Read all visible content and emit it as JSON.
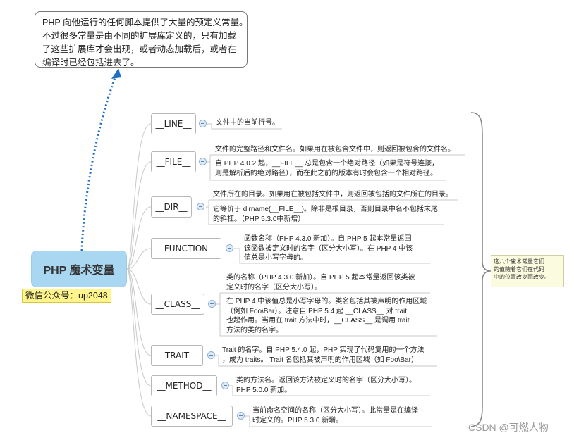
{
  "callout": {
    "lines": [
      "PHP 向他运行的任何脚本提供了大量的预定义常量。",
      "不过很多常量是由不同的扩展库定义的，只有加载",
      "了这些扩展库才会出现，或者动态加载后，或者在",
      "编译时已经包括进去了。"
    ]
  },
  "root": {
    "title": "PHP 魔术变量",
    "wechat": "微信公众号：up2048"
  },
  "constants": [
    {
      "name": "__LINE__",
      "desc": [
        [
          "文件中的当前行号。"
        ]
      ]
    },
    {
      "name": "__FILE__",
      "desc": [
        [
          "文件的完整路径和文件名。如果用在被包含文件中，则返回被包含的文件名。"
        ],
        [
          "自 PHP 4.0.2 起，__FILE__ 总是包含一个绝对路径（如果是符号连接，",
          "则是解析后的绝对路径），而在此之前的版本有时会包含一个相对路径。"
        ]
      ]
    },
    {
      "name": "__DIR__",
      "desc": [
        [
          "文件所在的目录。如果用在被包括文件中，则返回被包括的文件所在的目录。"
        ],
        [
          "它等价于 dirname(__FILE__)。除非是根目录，否则目录中名不包括末尾",
          "的斜杠。（PHP 5.3.0中新增）"
        ]
      ]
    },
    {
      "name": "__FUNCTION__",
      "desc": [
        [
          "函数名称（PHP 4.3.0 新加）。自 PHP 5 起本常量返回",
          "该函数被定义时的名字（区分大小写）。在 PHP 4 中该",
          "值总是小写字母的。"
        ]
      ]
    },
    {
      "name": "__CLASS__",
      "desc": [
        [
          "类的名称（PHP 4.3.0 新加）。自 PHP 5 起本常量返回该类被",
          "定义时的名字（区分大小写）。"
        ],
        [
          "在 PHP 4 中该值总是小写字母的。类名包括其被声明的作用区域",
          "（例如 Foo\\Bar）。注意自 PHP 5.4 起 __CLASS__ 对 trait",
          "也起作用。当用在 trait 方法中时，__CLASS__ 是调用 trait",
          "方法的类的名字。"
        ]
      ]
    },
    {
      "name": "__TRAIT__",
      "desc": [
        [
          "Trait 的名字。自 PHP 5.4.0 起，PHP 实现了代码复用的一个方法",
          "，成为 traits。 Trait 名包括其被声明的作用区域（如 Foo\\Bar）"
        ]
      ]
    },
    {
      "name": "__METHOD__",
      "desc": [
        [
          "类的方法名。返回该方法被定义时的名字（区分大小写）。",
          "PHP 5.0.0 新加。"
        ]
      ]
    },
    {
      "name": "__NAMESPACE__",
      "desc": [
        [
          "当前命名空间的名称（区分大小写）。此常量是在编译",
          "时定义的。PHP 5.3.0 新增。"
        ]
      ]
    }
  ],
  "note": {
    "lines": [
      "这八个魔术常量它们",
      "的值随着它们在代码",
      "中的位置改变而改变。"
    ]
  },
  "watermark": "CSDN @可燃人物",
  "colors": {
    "root_fill": "#a9d7f2",
    "wechat_fill": "#fff58a",
    "connector": "#1f6fc4",
    "note_fill": "#fbfbe0"
  }
}
